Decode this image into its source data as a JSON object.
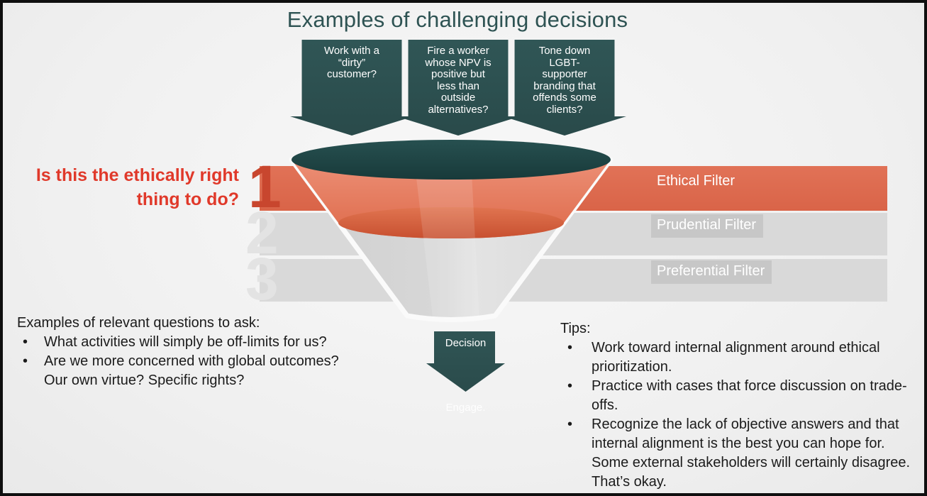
{
  "slide": {
    "title": "Examples of challenging decisions",
    "examples": [
      {
        "label": "Work with a “dirty” customer?"
      },
      {
        "label": "Fire a worker whose NPV is positive but less than outside alternatives?"
      },
      {
        "label": "Tone down LGBT-supporter branding that offends some clients?"
      }
    ],
    "ethics_question": "Is this the ethically right thing to do?",
    "filters": [
      {
        "number": "1",
        "label": "Ethical Filter"
      },
      {
        "number": "2",
        "label": "Prudential Filter"
      },
      {
        "number": "3",
        "label": "Preferential Filter"
      }
    ],
    "funnel": {
      "decision_label": "Decision",
      "engage_label": "Engage."
    },
    "questions": {
      "heading": "Examples of relevant questions to ask:",
      "items": [
        "What activities will simply be off-limits for us?",
        "Are we more concerned with global outcomes? Our own virtue? Specific rights?"
      ]
    },
    "tips": {
      "heading": "Tips:",
      "items": [
        "Work toward internal alignment around ethical prioritization.",
        "Practice with cases that force discussion on trade-offs.",
        "Recognize the lack of objective answers and that internal alignment is the best you can hope for. Some external stakeholders will certainly disagree. That’s okay."
      ]
    },
    "colors": {
      "title_teal": "#2E5353",
      "arrow_teal": "#2C5050",
      "funnel_top_teal": "#1C3E3E",
      "orange_band": "#DD6A4E",
      "orange_funnel_light": "#EC8F76",
      "orange_funnel_dark": "#C85030",
      "gray_band": "#D9D9D9",
      "red_question": "#E0392A",
      "number_red": "#C8462E",
      "number_gray": "#E3E3E3",
      "label_highlight": "#C7C7C7"
    }
  }
}
